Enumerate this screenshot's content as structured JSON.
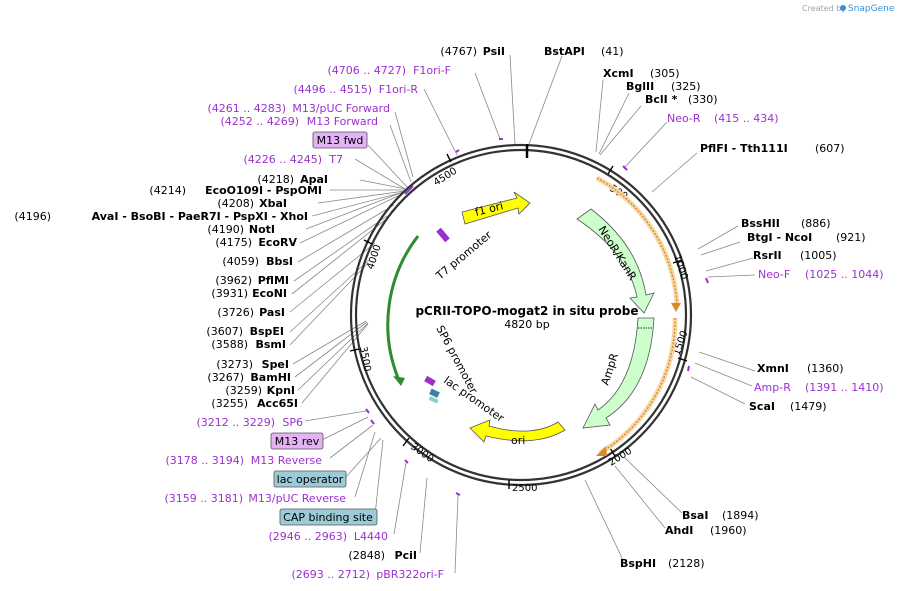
{
  "credit": {
    "prefix": "Created by",
    "brand": "SnapGene"
  },
  "title": "pCRII-TOPO-mogat2 in situ probe",
  "size": "4820 bp",
  "ticks": [
    "500",
    "1000",
    "1500",
    "2000",
    "2500",
    "3000",
    "3500",
    "4000",
    "4500"
  ],
  "features": {
    "f1_ori": "f1 ori",
    "neor": "NeoR/KanR",
    "ampr": "AmpR",
    "ori": "ori",
    "t7_promoter": "T7 promoter",
    "sp6_promoter": "SP6 promoter",
    "lac_promoter": "lac promoter"
  },
  "boxes": {
    "m13fwd": "M13 fwd",
    "m13rev": "M13 rev",
    "lacop": "lac operator",
    "cap": "CAP binding site"
  },
  "colors": {
    "feature_yellow": "#ffff00",
    "feature_green": "#ccffcc",
    "primer_purple": "#9b30d0",
    "orf_orange": "#e69a2e",
    "box_purple": "#e5b3f5",
    "box_blue": "#9ccad6"
  },
  "right": {
    "bstapi_name": "BstAPI",
    "bstapi_pos": "(41)",
    "xcmi_name": "XcmI",
    "xcmi_pos": "(305)",
    "bglii_name": "BglII",
    "bglii_pos": "(325)",
    "bcli_name": "BclI *",
    "bcli_pos": "(330)",
    "neor_primer": "Neo-R",
    "neor_primer_pos": "(415 .. 434)",
    "pflfi_name": "PflFI  - Tth111I",
    "pflfi_pos": "(607)",
    "bsshii_name": "BssHII",
    "bsshii_pos": "(886)",
    "btgi_name": "BtgI  - NcoI",
    "btgi_pos": "(921)",
    "rsrii_name": "RsrII",
    "rsrii_pos": "(1005)",
    "neof_primer": "Neo-F",
    "neof_primer_pos": "(1025 .. 1044)",
    "xmni_name": "XmnI",
    "xmni_pos": "(1360)",
    "ampr_primer": "Amp-R",
    "ampr_primer_pos": "(1391 .. 1410)",
    "scai_name": "ScaI",
    "scai_pos": "(1479)",
    "bsai_name": "BsaI",
    "bsai_pos": "(1894)",
    "ahdi_name": "AhdI",
    "ahdi_pos": "(1960)",
    "bsphi_name": "BspHI",
    "bsphi_pos": "(2128)"
  },
  "left": {
    "psii_pos": "(4767)",
    "psii_name": "PsiI",
    "f1orif_pos": "(4706 .. 4727)",
    "f1orif_name": "F1ori-F",
    "f1orir_pos": "(4496 .. 4515)",
    "f1orir_name": "F1ori-R",
    "m13puc_fwd_pos": "(4261 .. 4283)",
    "m13puc_fwd_name": "M13/pUC Forward",
    "m13fwd_pos": "(4252 .. 4269)",
    "m13fwd_name": "M13 Forward",
    "t7_pos": "(4226 .. 4245)",
    "t7_name": "T7",
    "apai_pos": "(4218)",
    "apai_name": "ApaI",
    "eco_pos": "(4214)",
    "eco_name": "EcoO109I  - PspOMI",
    "xbai_pos": "(4208)",
    "xbai_name": "XbaI",
    "avai_pos": "(4196)",
    "avai_name": "AvaI  - BsoBI  - PaeR7I  - PspXI  - XhoI",
    "noti_pos": "(4190)",
    "noti_name": "NotI",
    "ecorv_pos": "(4175)",
    "ecorv_name": "EcoRV",
    "bbsi_pos": "(4059)",
    "bbsi_name": "BbsI",
    "pflmi_pos": "(3962)",
    "pflmi_name": "PflMI",
    "econi_pos": "(3931)",
    "econi_name": "EcoNI",
    "pasi_pos": "(3726)",
    "pasi_name": "PasI",
    "bspei_pos": "(3607)",
    "bspei_name": "BspEI",
    "bsmi_pos": "(3588)",
    "bsmi_name": "BsmI",
    "spei_pos": "(3273)",
    "spei_name": "SpeI",
    "bamhi_pos": "(3267)",
    "bamhi_name": "BamHI",
    "kpni_pos": "(3259)",
    "kpni_name": "KpnI",
    "acc65i_pos": "(3255)",
    "acc65i_name": "Acc65I",
    "sp6_pos": "(3212 .. 3229)",
    "sp6_name": "SP6",
    "m13rev_pos": "(3178 .. 3194)",
    "m13rev_name": "M13 Reverse",
    "m13puc_rev_pos": "(3159 .. 3181)",
    "m13puc_rev_name": "M13/pUC Reverse",
    "l4440_pos": "(2946 .. 2963)",
    "l4440_name": "L4440",
    "pcii_pos": "(2848)",
    "pcii_name": "PciI",
    "pbr_pos": "(2693 .. 2712)",
    "pbr_name": "pBR322ori-F"
  }
}
